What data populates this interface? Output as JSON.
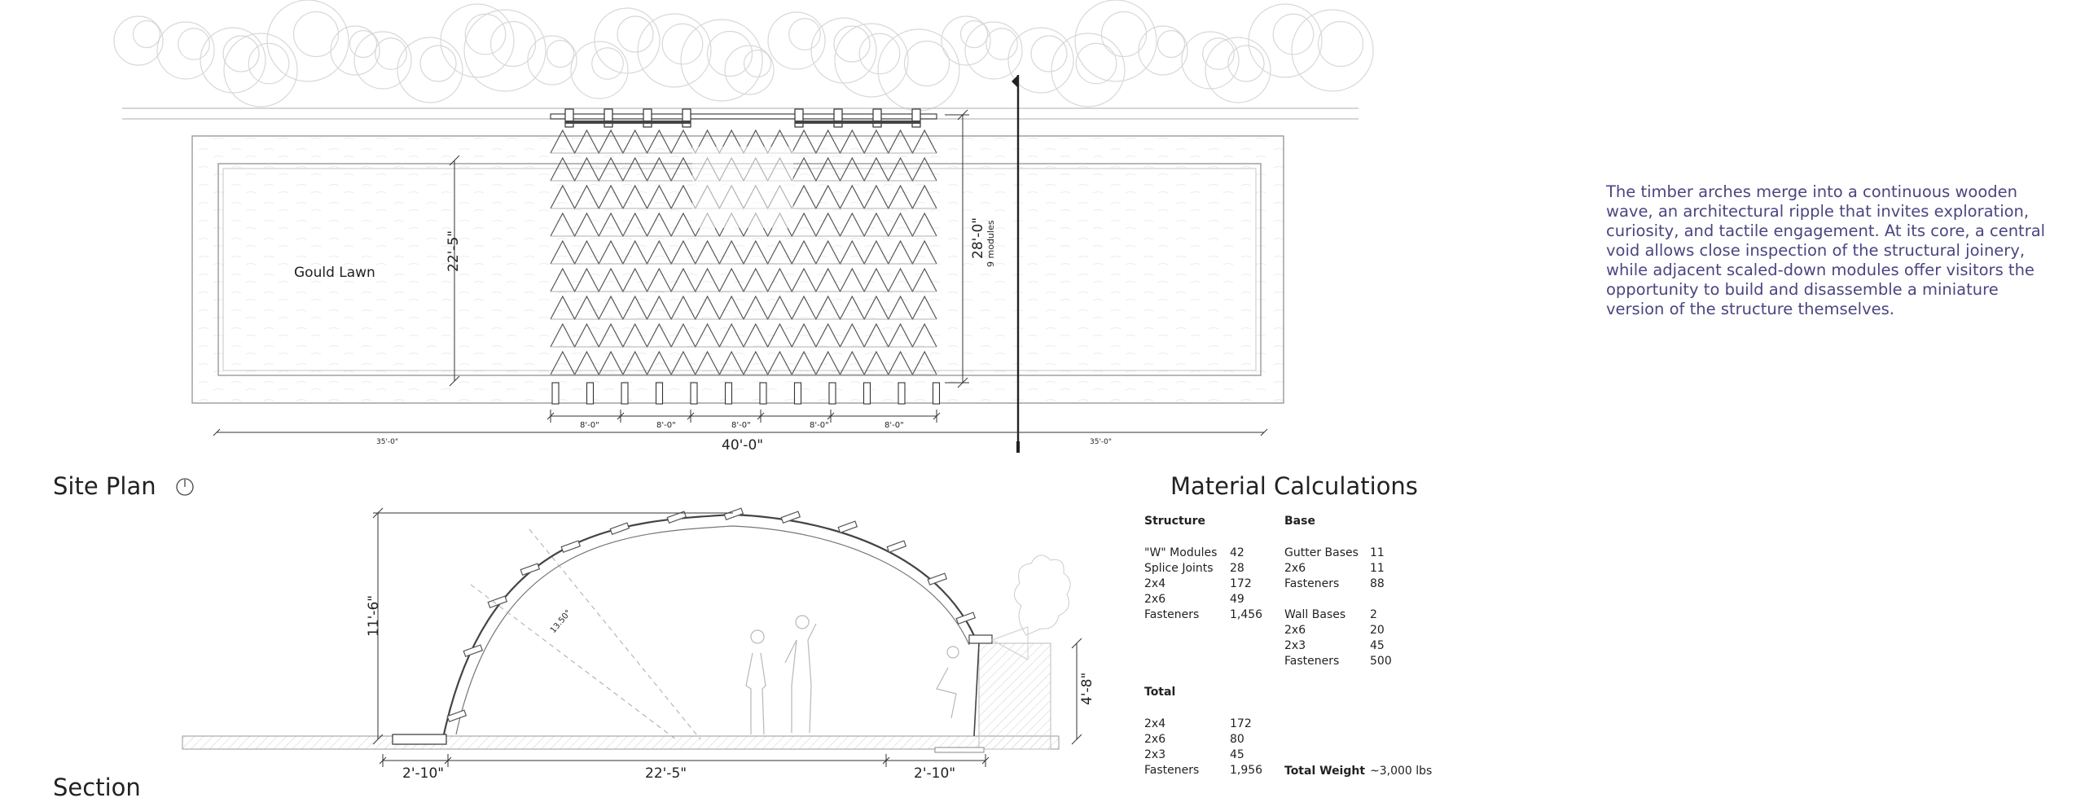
{
  "site_plan": {
    "title": "Site Plan",
    "lawn_label": "Gould Lawn",
    "dims": {
      "lawn_depth": "22'-5\"",
      "overall_length": "28'-0\"",
      "modules_note": "9 modules",
      "module_width": "8'-0\"",
      "total_width": "40'-0\"",
      "side_left": "35'-0\"",
      "side_right": "35'-0\""
    }
  },
  "section": {
    "title": "Section",
    "dims": {
      "height": "11'-6\"",
      "wall_height": "4'-8\"",
      "left_base": "2'-10\"",
      "span": "22'-5\"",
      "right_base": "2'-10\"",
      "angle": "13.50°"
    }
  },
  "description": "The timber arches merge into a continuous wooden wave, an architectural ripple that invites exploration, curiosity, and tactile engagement. At its core, a central void allows close inspection of the structural joinery, while adjacent scaled-down modules offer visitors the opportunity to build and disassemble a miniature version of the structure themselves.",
  "materials": {
    "title": "Material Calculations",
    "structure": {
      "heading": "Structure",
      "rows": [
        {
          "label": "\"W\" Modules",
          "value": "42"
        },
        {
          "label": "Splice Joints",
          "value": "28"
        },
        {
          "label": "2x4",
          "value": "172"
        },
        {
          "label": "2x6",
          "value": "49"
        },
        {
          "label": "Fasteners",
          "value": "1,456"
        }
      ]
    },
    "base": {
      "heading": "Base",
      "gutter_rows": [
        {
          "label": "Gutter Bases",
          "value": "11"
        },
        {
          "label": "2x6",
          "value": "11"
        },
        {
          "label": "Fasteners",
          "value": "88"
        }
      ],
      "wall_rows": [
        {
          "label": "Wall Bases",
          "value": "2"
        },
        {
          "label": "2x6",
          "value": "20"
        },
        {
          "label": "2x3",
          "value": "45"
        },
        {
          "label": "Fasteners",
          "value": "500"
        }
      ]
    },
    "total": {
      "heading": "Total",
      "rows": [
        {
          "label": "2x4",
          "value": "172"
        },
        {
          "label": "2x6",
          "value": "80"
        },
        {
          "label": "2x3",
          "value": "45"
        },
        {
          "label": "Fasteners",
          "value": "1,956"
        }
      ],
      "weight_label": "Total Weight",
      "weight_value": "~3,000 lbs"
    }
  }
}
